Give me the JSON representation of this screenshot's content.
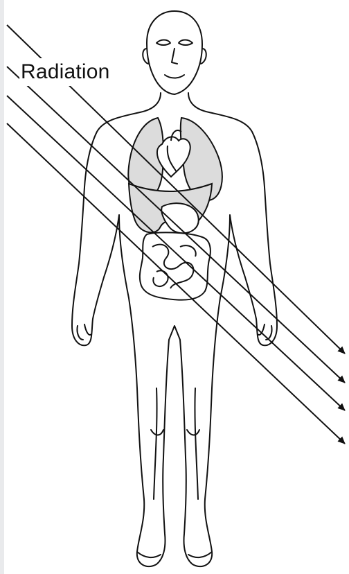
{
  "diagram": {
    "label": "Radiation",
    "subject": "human-body",
    "rays": 4,
    "stroke_color": "#111111",
    "organ_fill": "#dcdcdc",
    "background": "#ffffff"
  }
}
